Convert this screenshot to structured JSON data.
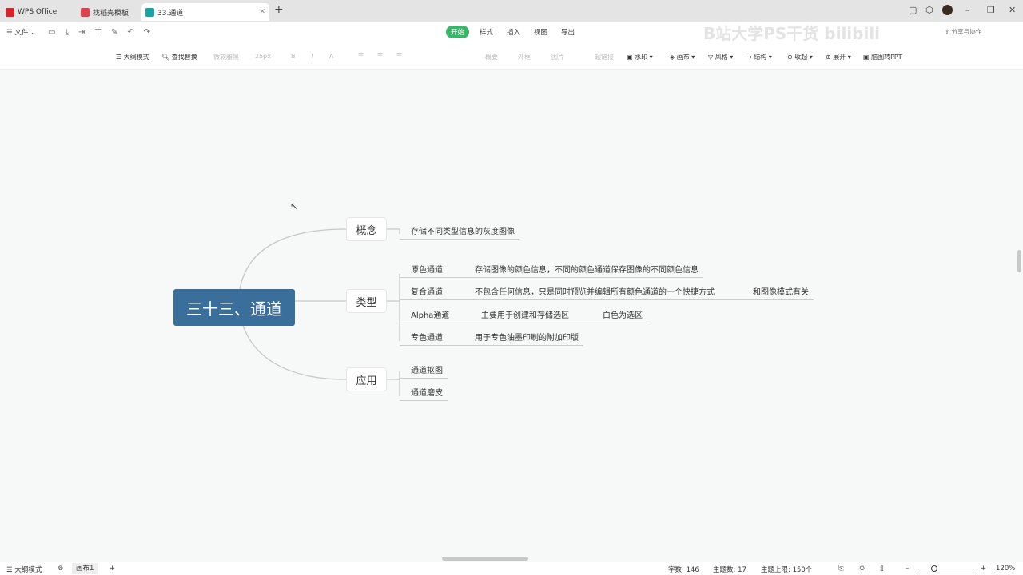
{
  "tabs": [
    {
      "label": "WPS Office",
      "color": "#d8242c"
    },
    {
      "label": "找稻壳模板",
      "color": "#e0404a"
    },
    {
      "label": "33.通道",
      "color": "#1aa3a3"
    }
  ],
  "menu": {
    "file": "文件",
    "tabs": [
      "开始",
      "样式",
      "插入",
      "视图",
      "导出"
    ],
    "active": "开始",
    "share": "分享与协作"
  },
  "toolbar": {
    "outline": "大纲模式",
    "find": "查找替换",
    "font": "微软雅黑",
    "size": "25px",
    "bold": "B",
    "italic": "I",
    "color": "A",
    "summary": "概要",
    "frame": "外框",
    "image": "图片",
    "link": "超链接",
    "watermark": "水印",
    "canvas": "画布",
    "style": "风格",
    "structure": "结构",
    "collapse": "收起",
    "expand": "展开",
    "toppt": "脑图转PPT"
  },
  "watermark": "B站大学PS干货 bilibili",
  "mindmap": {
    "root": "三十三、通道",
    "branches": [
      {
        "label": "概念",
        "children": [
          [
            "存储不同类型信息的灰度图像"
          ]
        ]
      },
      {
        "label": "类型",
        "children": [
          [
            "原色通道",
            "存储图像的颜色信息，不同的颜色通道保存图像的不同颜色信息"
          ],
          [
            "复合通道",
            "不包含任何信息，只是同时预览并编辑所有颜色通道的一个快捷方式",
            "和图像模式有关"
          ],
          [
            "Alpha通道",
            "主要用于创建和存储选区",
            "白色为选区"
          ],
          [
            "专色通道",
            "用于专色油墨印刷的附加印版"
          ]
        ]
      },
      {
        "label": "应用",
        "children": [
          [
            "通道抠图"
          ],
          [
            "通道磨皮"
          ]
        ]
      }
    ]
  },
  "status": {
    "outline": "大纲模式",
    "sheet": "画布1",
    "add": "+",
    "words": "字数: 146",
    "topics": "主题数: 17",
    "limit": "主题上限: 150个",
    "zoom": "120%",
    "zoom_level": 120
  },
  "accent": "#3fb36b",
  "root_color": "#3a6e9b"
}
